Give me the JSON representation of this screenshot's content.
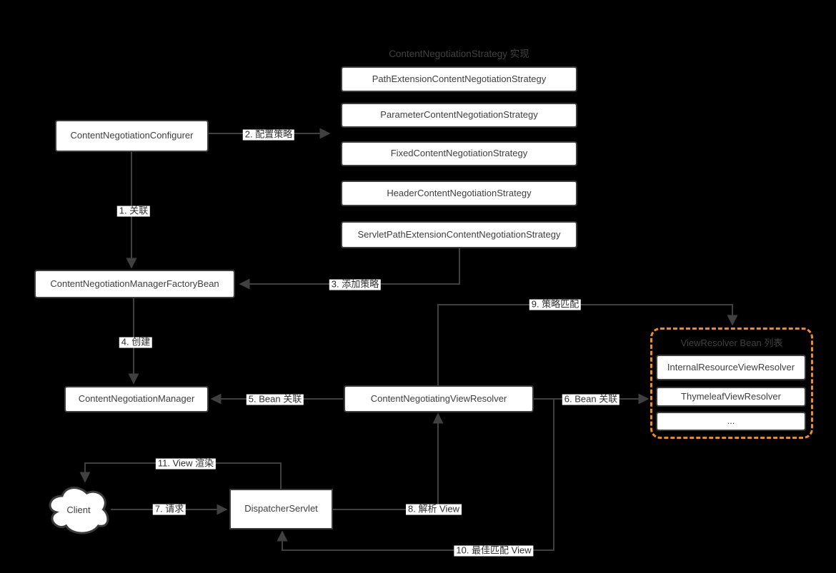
{
  "diagram": {
    "background": "#000000",
    "groups": {
      "strategies": {
        "title": "ContentNegotiationStrategy 实现"
      },
      "view_resolvers": {
        "title": "ViewResolver Bean 列表"
      }
    },
    "nodes": {
      "pathExtensionStrategy": "PathExtensionContentNegotiationStrategy",
      "parameterStrategy": "ParameterContentNegotiationStrategy",
      "fixedStrategy": "FixedContentNegotiationStrategy",
      "headerStrategy": "HeaderContentNegotiationStrategy",
      "servletPathExtensionStrategy": "ServletPathExtensionContentNegotiationStrategy",
      "configurer": "ContentNegotiationConfigurer",
      "managerFactoryBean": "ContentNegotiationManagerFactoryBean",
      "manager": "ContentNegotiationManager",
      "negotiatingViewResolver": "ContentNegotiatingViewResolver",
      "internalResourceViewResolver": "InternalResourceViewResolver",
      "thymeleafViewResolver": "ThymeleafViewResolver",
      "moreResolvers": "...",
      "dispatcherServlet": "DispatcherServlet",
      "client": "Client"
    },
    "edge_labels": {
      "e1": "1. 关联",
      "e2": "2. 配置策略",
      "e3": "3. 添加策略",
      "e4": "4. 创建",
      "e5": "5. Bean 关联",
      "e6": "6. Bean 关联",
      "e7": "7. 请求",
      "e8": "8. 解析 View",
      "e9": "9. 策略匹配",
      "e10": "10. 最佳匹配 View",
      "e11": "11. View 渲染"
    },
    "colors": {
      "node_fill": "#ffffff",
      "node_border": "#3b3b3b",
      "node_text": "#3f3f3f",
      "connector": "#404040",
      "group_title_text": "#414141",
      "view_resolver_group_border": "#f28b1e",
      "label_bg": "#ffffff",
      "label_text": "#2f2f2f"
    }
  }
}
